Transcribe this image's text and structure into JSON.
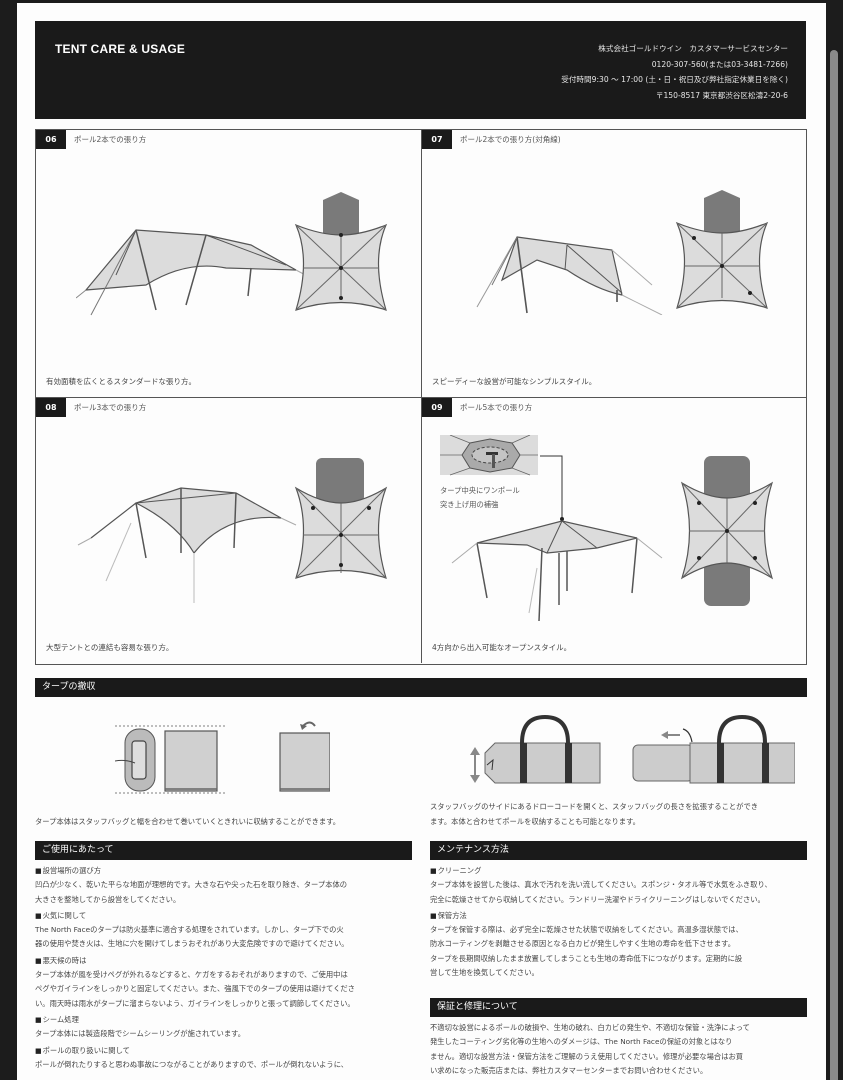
{
  "header": {
    "title": "TENT CARE & USAGE",
    "contact": {
      "company": "株式会社ゴールドウイン　カスタマーサービスセンター",
      "phone": "0120-307-560(または03-3481-7266)",
      "hours": "受付時間9:30 ～ 17:00 (土・日・祝日及び弊社指定休業日を除く)",
      "address": "〒150-8517 東京都渋谷区松濤2-20-6"
    }
  },
  "pitch_styles": [
    {
      "number": "06",
      "title": "ポール2本での張り方",
      "caption": "有効面積を広くとるスタンダードな張り方。"
    },
    {
      "number": "07",
      "title": "ポール2本での張り方(対角線)",
      "caption": "スピーディーな設営が可能なシンプルスタイル。"
    },
    {
      "number": "08",
      "title": "ポール3本での張り方",
      "caption": "大型テントとの連結も容易な張り方。"
    },
    {
      "number": "09",
      "title": "ポール5本での張り方",
      "caption": "4方向から出入可能なオープンスタイル。",
      "inset_label_1": "タープ中央にワンポール",
      "inset_label_2": "突き上げ用の補強"
    }
  ],
  "storage": {
    "heading": "タープの撤収",
    "left_text": "タープ本体はスタッフバッグと幅を合わせて巻いていくときれいに収納することができます。",
    "right_text_1": "スタッフバッグのサイドにあるドローコードを開くと、スタッフバッグの長さを拡張することができ",
    "right_text_2": "ます。本体と合わせてポールを収納することも可能となります。"
  },
  "usage": {
    "heading": "ご使用にあたって",
    "items": [
      {
        "title": "設営場所の選び方",
        "lines": [
          "凹凸が少なく、乾いた平らな地面が理想的です。大きな石や尖った石を取り除き、タープ本体の",
          "大きさを整地してから設営をしてください。"
        ]
      },
      {
        "title": "火気に関して",
        "lines": [
          "The North Faceのタープは防火基準に適合する処理をされています。しかし、タープ下での火",
          "器の使用や焚き火は、生地に穴を開けてしまうおそれがあり大変危険ですので避けてください。"
        ]
      },
      {
        "title": "悪天候の時は",
        "lines": [
          "タープ本体が風を受けペグが外れるなどすると、ケガをするおそれがありますので、ご使用中は",
          "ペグやガイラインをしっかりと固定してください。また、強風下でのタープの使用は避けてくださ",
          "い。雨天時は雨水がタープに溜まらないよう、ガイラインをしっかりと張って調節してください。"
        ]
      },
      {
        "title": "シーム処理",
        "lines": [
          "タープ本体には製造段階でシームシーリングが施されています。"
        ]
      },
      {
        "title": "ポールの取り扱いに関して",
        "lines": [
          "ポールが倒れたりすると思わぬ事故につながることがありますので、ポールが倒れないように、"
        ]
      }
    ]
  },
  "maintenance": {
    "heading": "メンテナンス方法",
    "items": [
      {
        "title": "クリーニング",
        "lines": [
          "タープ本体を設営した後は、真水で汚れを洗い流してください。スポンジ・タオル等で水気をふき取り、",
          "完全に乾燥させてから収納してください。ランドリー洗濯やドライクリーニングはしないでください。"
        ]
      },
      {
        "title": "保管方法",
        "lines": [
          "タープを保管する際は、必ず完全に乾燥させた状態で収納をしてください。高温多湿状態では、",
          "防水コーティングを剥離させる原因となる白カビが発生しやすく生地の寿命を低下させます。",
          "タープを長期間収納したまま放置してしまうことも生地の寿命低下につながります。定期的に設",
          "営して生地を換気してください。"
        ]
      }
    ]
  },
  "warranty": {
    "heading": "保証と修理について",
    "lines": [
      "不適切な設営によるポールの破損や、生地の破れ、白カビの発生や、不適切な保管・洗浄によって",
      "発生したコーティング劣化等の生地へのダメージは、The North Faceの保証の対象とはなり",
      "ません。適切な設営方法・保管方法をご理解のうえ使用してください。修理が必要な場合はお買",
      "い求めになった販売店または、弊社カスタマーセンターまでお問い合わせください。"
    ]
  },
  "colors": {
    "dark_bar": "#1a1a1a",
    "tarp_fill": "#dcdcdc",
    "tent_fill": "#7a7a7a",
    "line": "#555555"
  }
}
